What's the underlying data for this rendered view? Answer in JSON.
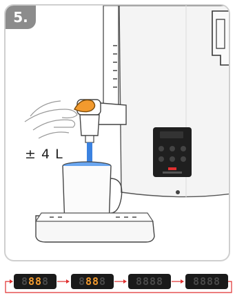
{
  "step": {
    "number": "5."
  },
  "annotation": {
    "volume": "± 4 L"
  },
  "colors": {
    "accent": "#f29a2e",
    "water": "#3b82e0",
    "arrow": "#e03030",
    "badge": "#8c8c8c"
  },
  "sequence": {
    "displays": [
      {
        "text": "8888",
        "lit": [
          1,
          2
        ]
      },
      {
        "text": "8888",
        "lit": [
          1,
          2
        ]
      },
      {
        "text": "8888",
        "lit": []
      },
      {
        "text": "8888",
        "lit": []
      }
    ]
  }
}
